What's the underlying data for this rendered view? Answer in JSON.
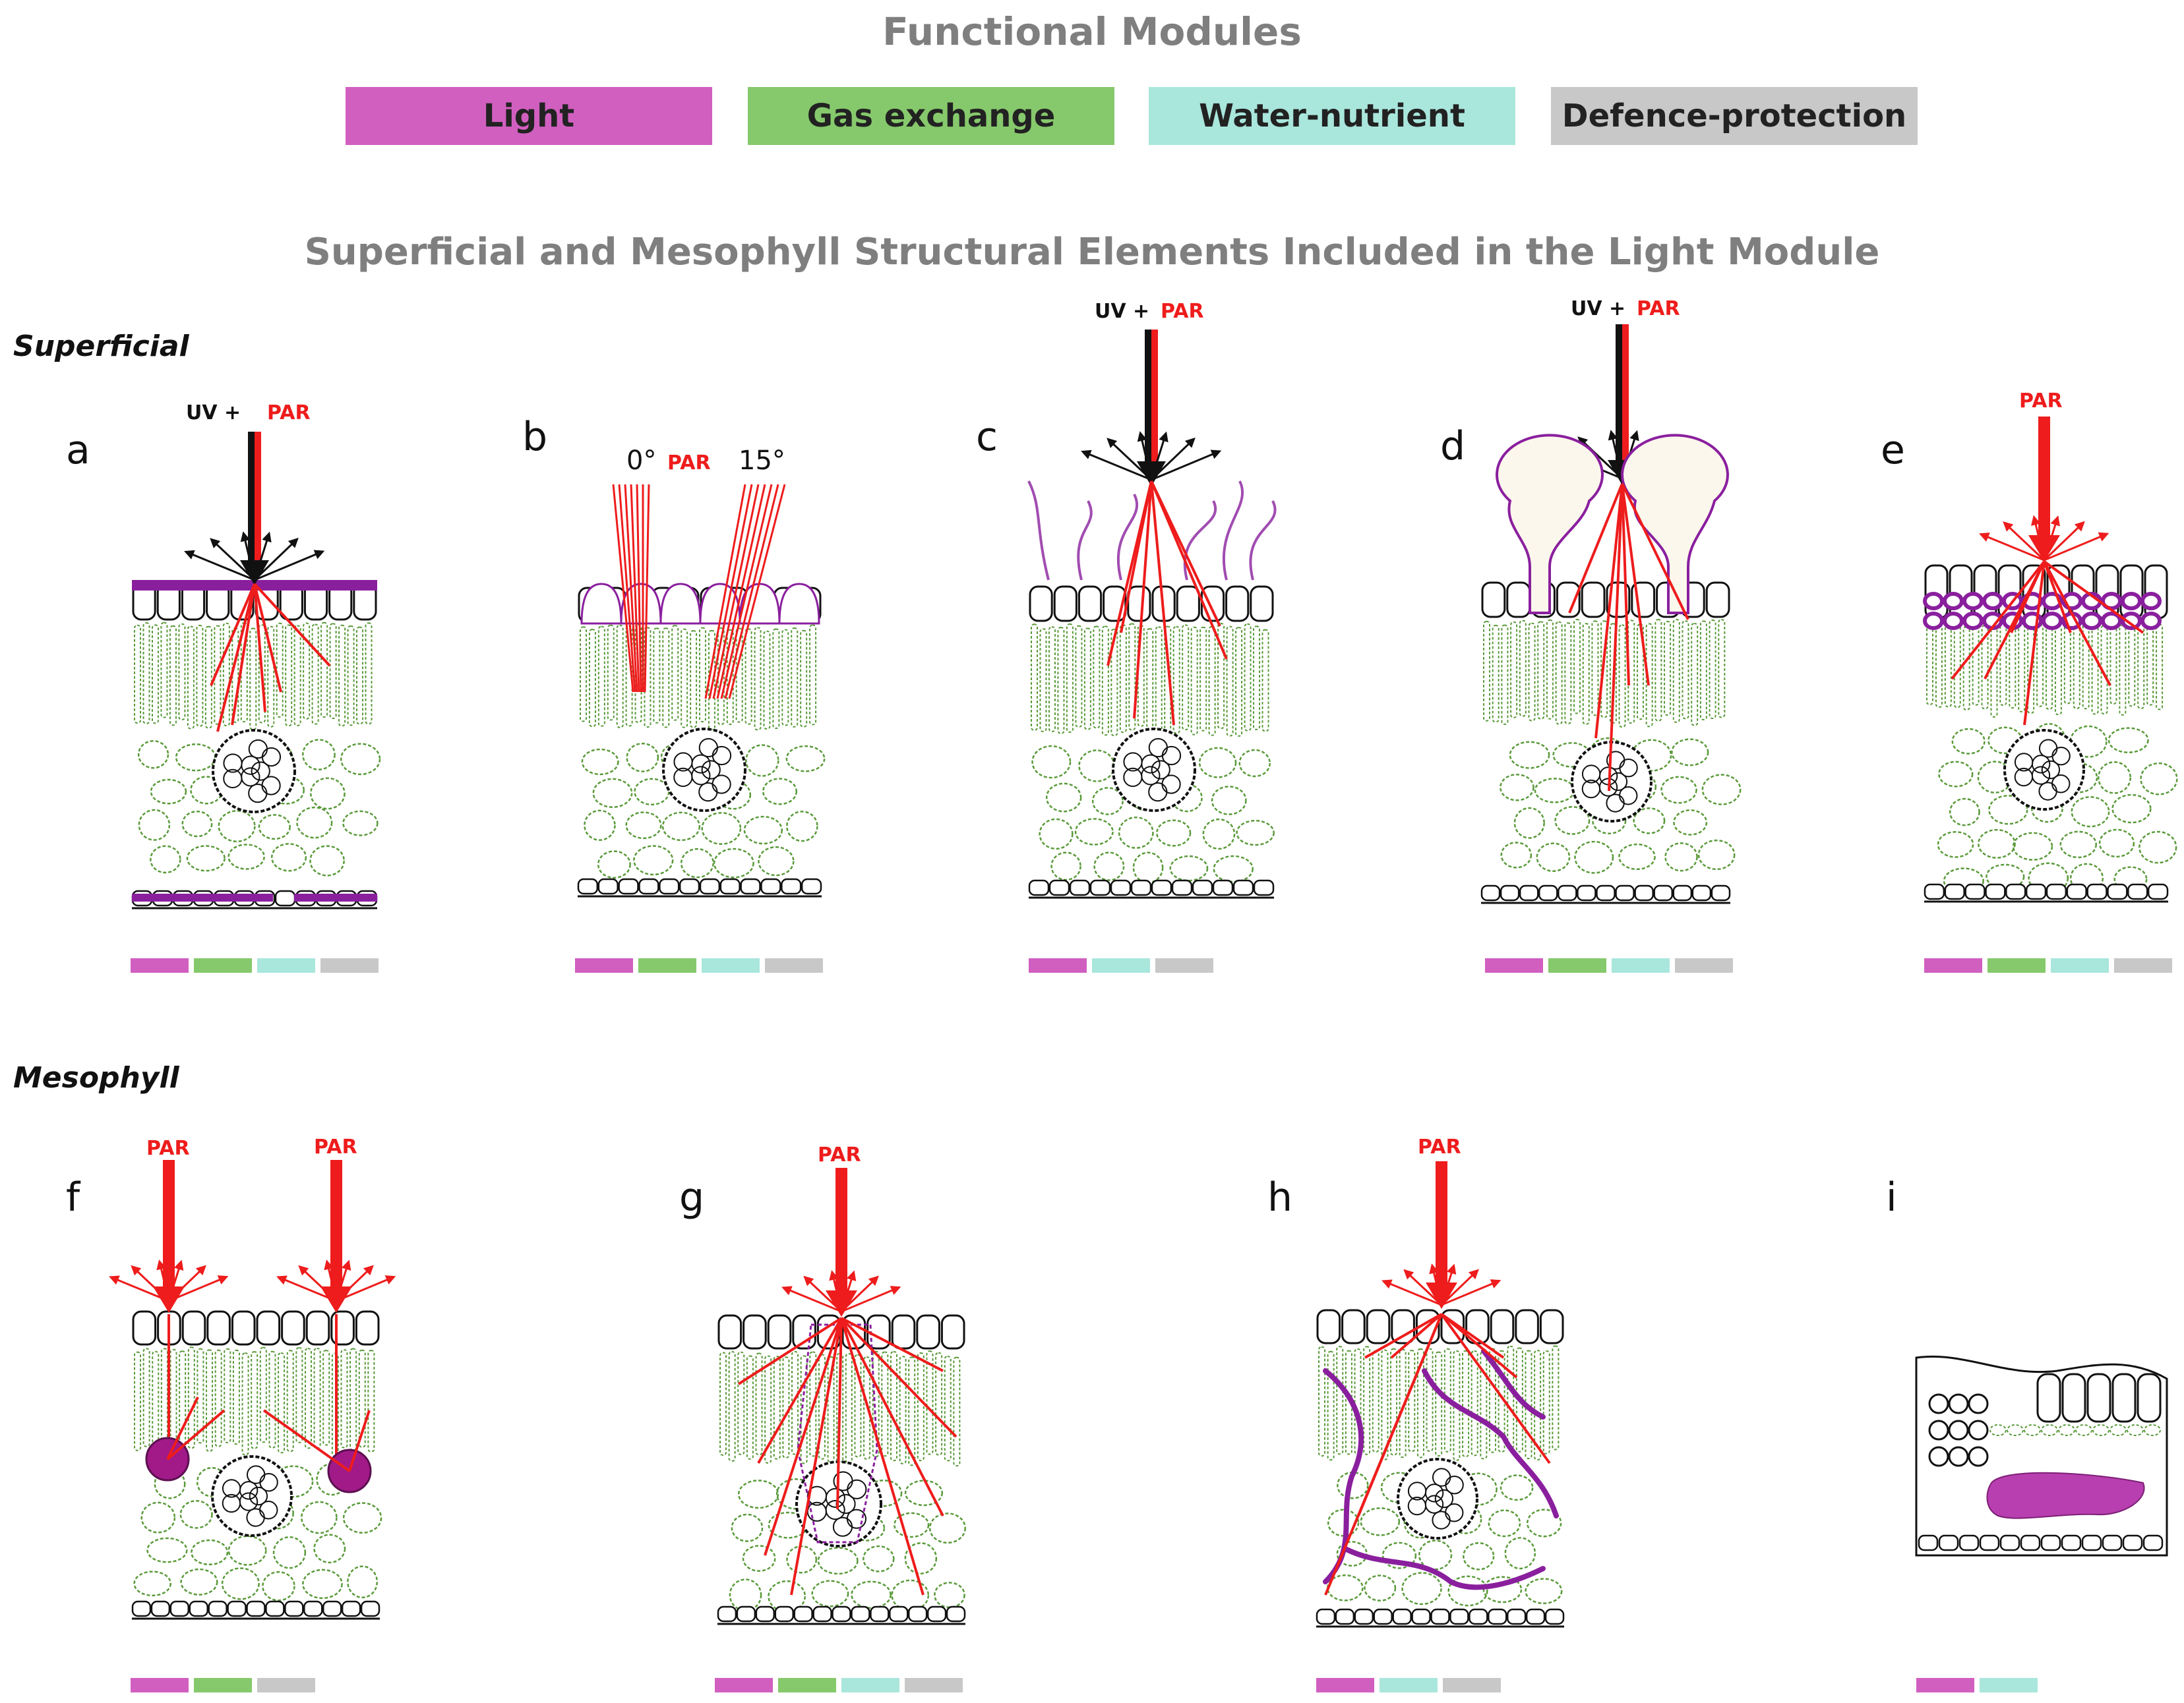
{
  "title": "Functional Modules",
  "subtitle": "Superficial and Mesophyll Structural Elements Included in the Light Module",
  "modules": [
    {
      "label": "Light",
      "color": "#d15fc0"
    },
    {
      "label": "Gas exchange",
      "color": "#86c96c"
    },
    {
      "label": "Water-nutrient",
      "color": "#a9e6dc"
    },
    {
      "label": "Defence-protection",
      "color": "#c8c8c8"
    }
  ],
  "sections": {
    "superficial": "Superficial",
    "mesophyll": "Mesophyll"
  },
  "panels": [
    {
      "letter": "a",
      "modules": [
        "Light",
        "Gas exchange",
        "Water-nutrient",
        "Defence-protection"
      ]
    },
    {
      "letter": "b",
      "modules": [
        "Light",
        "Gas exchange",
        "Water-nutrient",
        "Defence-protection"
      ]
    },
    {
      "letter": "c",
      "modules": [
        "Light",
        "Water-nutrient",
        "Defence-protection"
      ]
    },
    {
      "letter": "d",
      "modules": [
        "Light",
        "Gas exchange",
        "Water-nutrient",
        "Defence-protection"
      ]
    },
    {
      "letter": "e",
      "modules": [
        "Light",
        "Gas exchange",
        "Water-nutrient",
        "Defence-protection"
      ]
    },
    {
      "letter": "f",
      "modules": [
        "Light",
        "Gas exchange",
        "Defence-protection"
      ]
    },
    {
      "letter": "g",
      "modules": [
        "Light",
        "Gas exchange",
        "Water-nutrient",
        "Defence-protection"
      ]
    },
    {
      "letter": "h",
      "modules": [
        "Light",
        "Water-nutrient",
        "Defence-protection"
      ]
    },
    {
      "letter": "i",
      "modules": [
        "Light",
        "Water-nutrient"
      ]
    }
  ],
  "labels": {
    "uv": "UV +",
    "par": "PAR",
    "angle0": "0°",
    "angle15": "15°"
  },
  "colors": {
    "ray": "#ee1c1c",
    "purple": "#8a1f9e",
    "tissue": "#5a9a3a"
  }
}
